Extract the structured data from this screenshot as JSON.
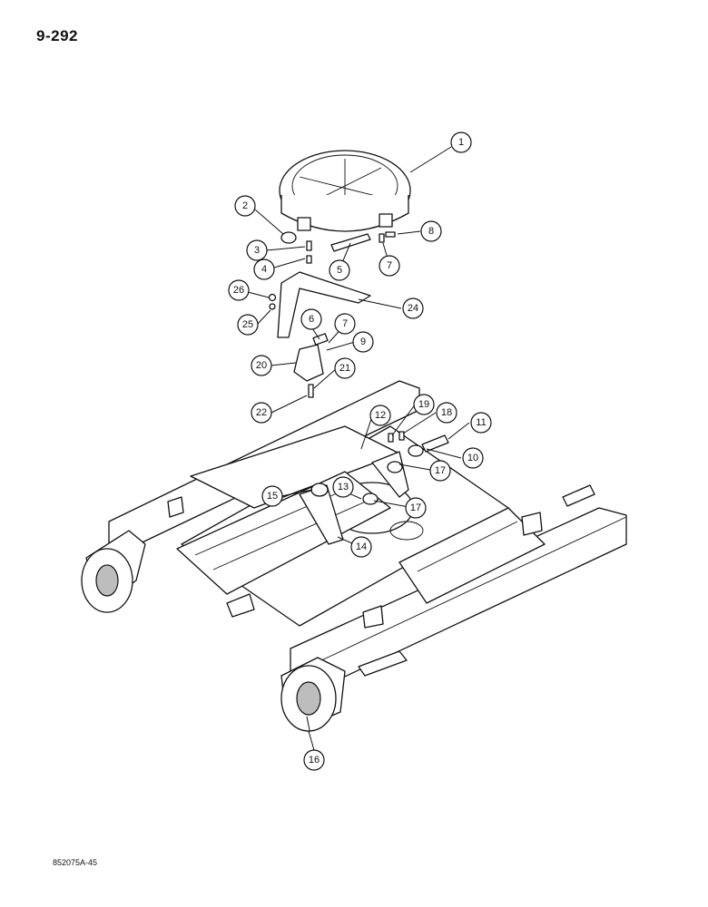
{
  "page": {
    "number": "9-292",
    "footer_code": "852075A-45"
  },
  "callouts": [
    "1",
    "2",
    "3",
    "4",
    "5",
    "7",
    "8",
    "26",
    "24",
    "25",
    "6",
    "7",
    "9",
    "20",
    "21",
    "22",
    "19",
    "18",
    "11",
    "12",
    "10",
    "17",
    "15",
    "13",
    "17",
    "14",
    "16"
  ]
}
